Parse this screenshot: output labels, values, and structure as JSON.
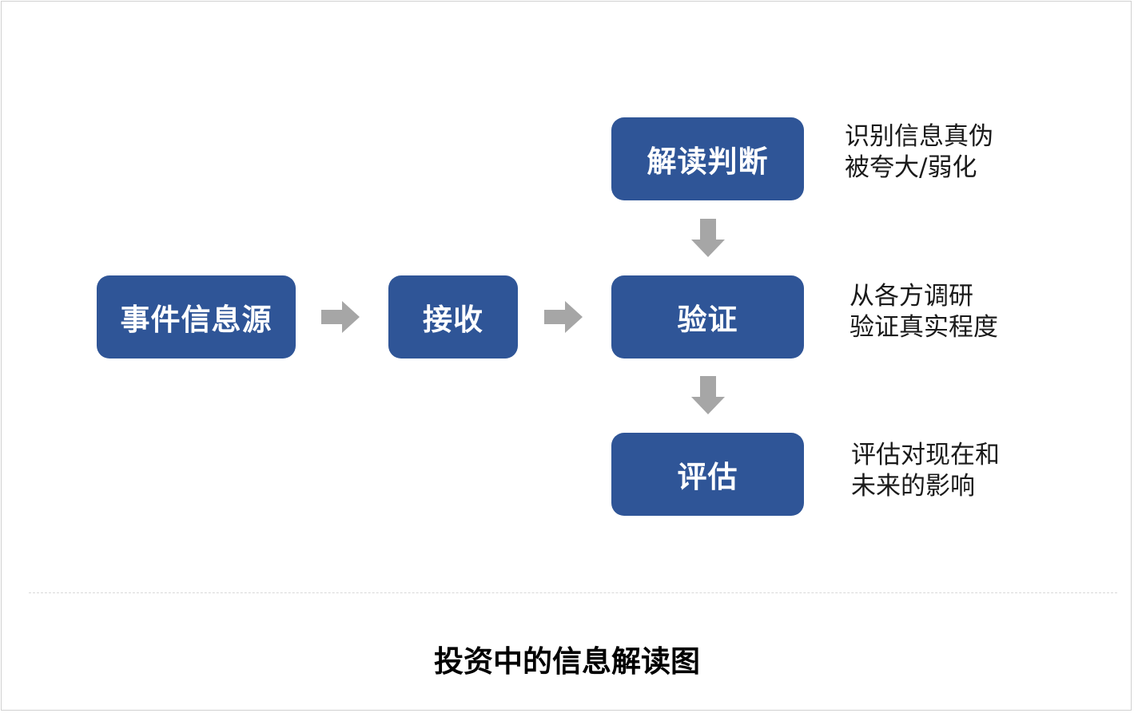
{
  "colors": {
    "box_fill": "#2f5597",
    "box_text": "#ffffff",
    "arrow": "#a6a6a6",
    "note_text": "#1a1a1a"
  },
  "nodes": {
    "source": "事件信息源",
    "receive": "接收",
    "interpret": "解读判断",
    "verify": "验证",
    "evaluate": "评估"
  },
  "notes": {
    "interpret": [
      "识别信息真伪",
      "被夸大/弱化"
    ],
    "verify": [
      "从各方调研",
      "验证真实程度"
    ],
    "evaluate": [
      "评估对现在和",
      "未来的影响"
    ]
  },
  "caption": "投资中的信息解读图"
}
